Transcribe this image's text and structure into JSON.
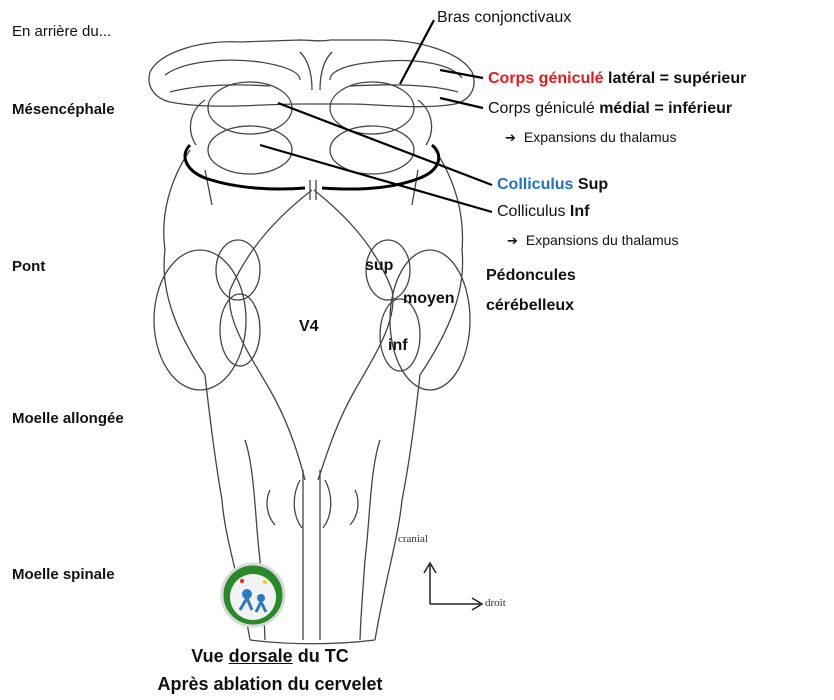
{
  "regions": {
    "behind": "En arrière du...",
    "mesencephale": "Mésencéphale",
    "pont": "Pont",
    "moelle_allongee": "Moelle allongée",
    "moelle_spinale": "Moelle spinale"
  },
  "labels": {
    "bras": "Bras conjonctivaux",
    "cgl_part1": "Corps géniculé",
    "cgl_part2": "latéral = supérieur",
    "cgm_part1": "Corps géniculé",
    "cgm_part2": "médial = inférieur",
    "expansion_1": "Expansions du thalamus",
    "colliculus_sup_part1": "Colliculus",
    "colliculus_sup_part2": "Sup",
    "colliculus_inf_part1": "Colliculus",
    "colliculus_inf_part2": "Inf",
    "expansion_2": "Expansions du thalamus",
    "pedoncules_1": "Pédoncules",
    "pedoncules_2": "cérébelleux",
    "sup": "sup",
    "moyen": "moyen",
    "inf": "inf",
    "v4": "V4"
  },
  "orientation": {
    "cranial": "cranial",
    "droit": "droit"
  },
  "caption": {
    "line1_a": "Vue",
    "line1_b": "dorsale",
    "line1_c": "du TC",
    "line2": "Après ablation du cervelet"
  },
  "colors": {
    "red": "#e8191b",
    "blue": "#1f74c1",
    "logo_green": "#3a9a3a",
    "logo_blue": "#2a7bc0"
  },
  "icons": {
    "arrow": "right-arrow-icon",
    "logo": "logo-badge-icon"
  }
}
